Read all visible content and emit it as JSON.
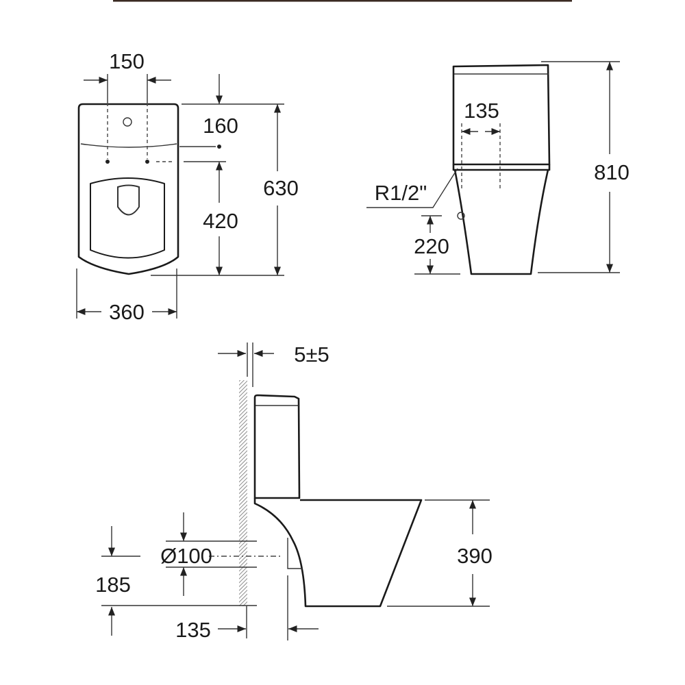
{
  "top_view": {
    "width_holes": "150",
    "tank_depth": "160",
    "total_depth": "630",
    "hole_to_front": "420",
    "width": "360"
  },
  "front_view": {
    "tank_holes": "135",
    "inlet": "R1/2\"",
    "inlet_height": "220",
    "total_height": "810"
  },
  "side_view": {
    "wall_gap": "5±5",
    "outlet_diameter": "Ø100",
    "outlet_height": "185",
    "outlet_setback": "135",
    "seat_height": "390"
  },
  "colors": {
    "line": "#1a1a1a",
    "top_rule": "#3a2a22"
  }
}
